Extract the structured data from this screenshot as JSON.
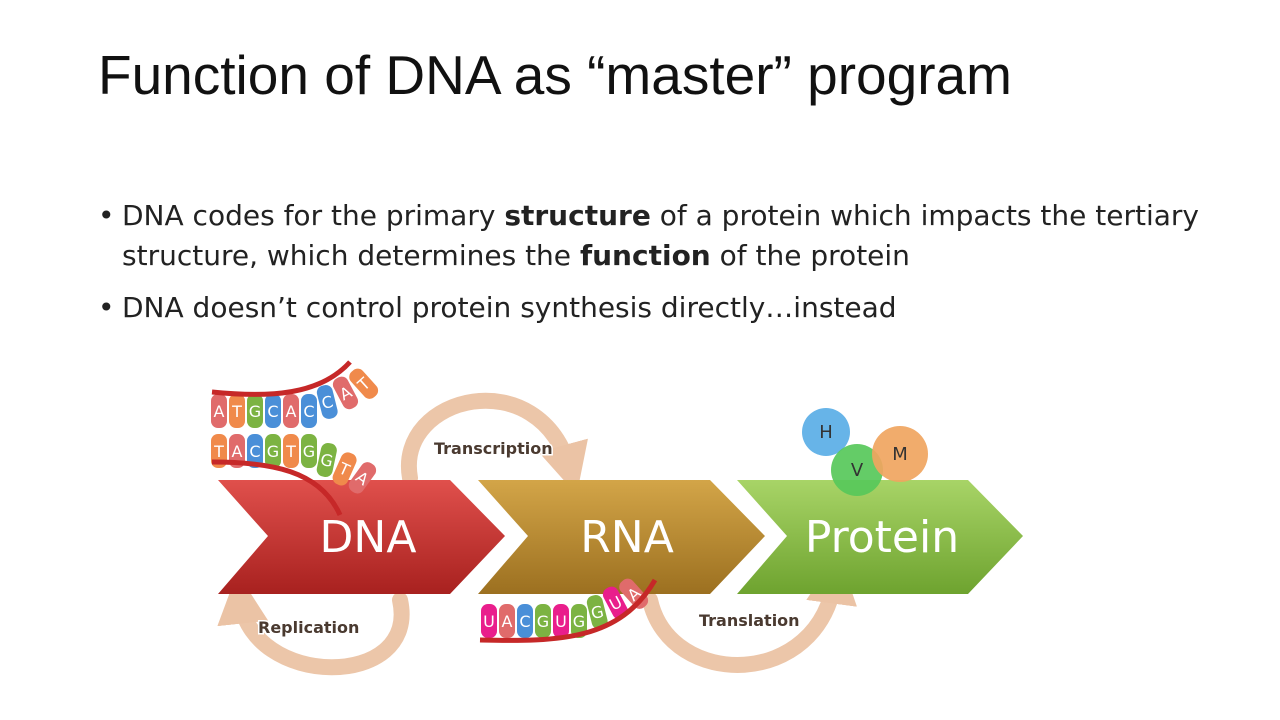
{
  "slide": {
    "title": "Function of DNA as “master” program",
    "bullets": [
      {
        "pre": "DNA codes for the primary ",
        "b1": "structure",
        "mid": " of a protein which impacts the tertiary structure, which determines the ",
        "b2": "function",
        "post": " of the protein"
      },
      {
        "text": "DNA doesn’t control protein synthesis directly…instead"
      }
    ]
  },
  "diagram": {
    "stages": [
      "DNA",
      "RNA",
      "Protein"
    ],
    "processes": {
      "transcription": "Transcription",
      "replication": "Replication",
      "translation": "Translation"
    },
    "dna_top_strand": [
      "A",
      "T",
      "G",
      "C",
      "A",
      "C",
      "C",
      "A",
      "T"
    ],
    "dna_bottom_strand": [
      "T",
      "A",
      "C",
      "G",
      "T",
      "G",
      "G",
      "T",
      "A"
    ],
    "rna_strand": [
      "U",
      "A",
      "C",
      "G",
      "U",
      "G",
      "G",
      "U",
      "A"
    ],
    "amino_acids": [
      "H",
      "V",
      "M"
    ],
    "colors": {
      "dna_arrow": "#c7302e",
      "rna_arrow": "#b6892f",
      "protein_arrow": "#8cc04a",
      "cycle_arrow": "#eac0a0",
      "strand_backbone": "#c62828",
      "A": "#e06b6b",
      "T": "#f08a4b",
      "G": "#7cb342",
      "C": "#4a8fd8",
      "U": "#e91e8c",
      "H": "#5aaee6",
      "V": "#57c85a",
      "M": "#f0a560"
    }
  }
}
